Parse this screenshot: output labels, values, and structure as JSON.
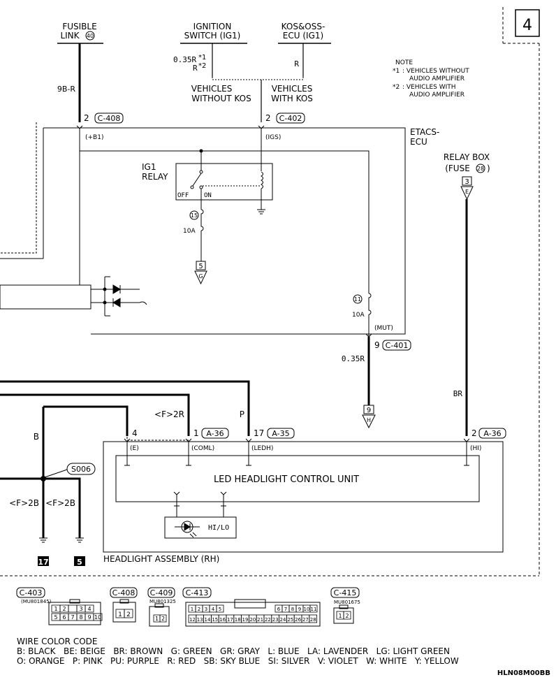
{
  "page_number": "4",
  "top_sources": {
    "fusible_link_1": "FUSIBLE",
    "fusible_link_2": "LINK",
    "fusible_link_num": "40",
    "ignition_1": "IGNITION",
    "ignition_2": "SWITCH (IG1)",
    "kos_1": "KOS&OSS-",
    "kos_2": "ECU (IG1)"
  },
  "wires": {
    "fl_wire": "9B-R",
    "ign_035r": "0.35R",
    "ign_star1": "*1",
    "ign_r": "R",
    "ign_star2": "*2",
    "kos_r": "R",
    "mut_wire": "0.35R",
    "relay_wire": "BR",
    "coml_wire": "<F>2R",
    "ledh_wire": "P",
    "ground_b": "B",
    "ground_2b_a": "<F>2B",
    "ground_2b_b": "<F>2B"
  },
  "vehicle_labels": {
    "without_kos_1": "VEHICLES",
    "without_kos_2": "WITHOUT KOS",
    "with_kos_1": "VEHICLES",
    "with_kos_2": "WITH KOS"
  },
  "note": {
    "title": "NOTE",
    "n1_mark": "*1",
    "n1_a": ": VEHICLES WITHOUT",
    "n1_b": "AUDIO AMPLIFIER",
    "n2_mark": "*2",
    "n2_a": ": VEHICLES WITH",
    "n2_b": "AUDIO AMPLIFIER"
  },
  "connectors": {
    "c408_pin": "2",
    "c408": "C-408",
    "c402_pin": "2",
    "c402": "C-402",
    "c401_pin": "9",
    "c401": "C-401",
    "a36_pin1": "1",
    "a36_1": "A-36",
    "a35_pin": "17",
    "a35": "A-35",
    "a36_pin2": "2",
    "a36_2": "A-36",
    "pin_e": "4"
  },
  "etacs": {
    "label_1": "ETACS-",
    "label_2": "ECU",
    "b1": "(+B1)",
    "igs": "(IGS)",
    "mut": "(MUT)",
    "ig1_relay_1": "IG1",
    "ig1_relay_2": "RELAY",
    "off": "OFF",
    "on": "ON",
    "fuse15": "15",
    "fuse15_amp": "10A",
    "fuse11": "11",
    "fuse11_amp": "10A",
    "term5": "5",
    "term5_letter": "G",
    "term9": "9",
    "term9_letter": "H"
  },
  "relay_box": {
    "label_1": "RELAY BOX",
    "label_2": "(FUSE",
    "fuse_num": "28",
    "label_close": ")",
    "term": "3",
    "letter": "E"
  },
  "headlight": {
    "unit_label": "LED HEADLIGHT CONTROL UNIT",
    "e": "(E)",
    "coml": "(COML)",
    "ledh": "(LEDH)",
    "hi": "(HI)",
    "hilo": "HI/LO",
    "assembly": "HEADLIGHT ASSEMBLY (RH)"
  },
  "splice": "S006",
  "grounds": {
    "g17": "17",
    "g5": "5"
  },
  "connector_views": {
    "c403": "C-403",
    "c403_part": "(MU801845)",
    "c408": "C-408",
    "c409": "C-409",
    "c409_part": "MU801325",
    "c413": "C-413",
    "c415": "C-415",
    "c415_part": "MU801675",
    "c403_top": [
      "1",
      "2",
      "",
      "3",
      "4"
    ],
    "c403_bottom": [
      "5",
      "6",
      "7",
      "8",
      "9",
      "10"
    ],
    "c408_pins": [
      "1",
      "2"
    ],
    "c409_pins": [
      "1",
      "2"
    ],
    "c413_top": [
      "1",
      "2",
      "3",
      "4",
      "5",
      "6",
      "7",
      "8",
      "9",
      "10",
      "11"
    ],
    "c413_bottom": [
      "12",
      "13",
      "14",
      "15",
      "16",
      "17",
      "18",
      "19",
      "20",
      "21",
      "22",
      "23",
      "24",
      "25",
      "26",
      "27",
      "28"
    ],
    "c415_pins": [
      "1",
      "2"
    ]
  },
  "wire_color_code": {
    "title": "WIRE COLOR CODE",
    "line1": "B: BLACK   BE: BEIGE   BR: BROWN   G: GREEN   GR: GRAY   L: BLUE   LA: LAVENDER   LG: LIGHT GREEN",
    "line2": "O: ORANGE   P: PINK   PU: PURPLE   R: RED   SB: SKY BLUE   SI: SILVER   V: VIOLET   W: WHITE   Y: YELLOW"
  },
  "figure_code": "HLN08M00BB"
}
